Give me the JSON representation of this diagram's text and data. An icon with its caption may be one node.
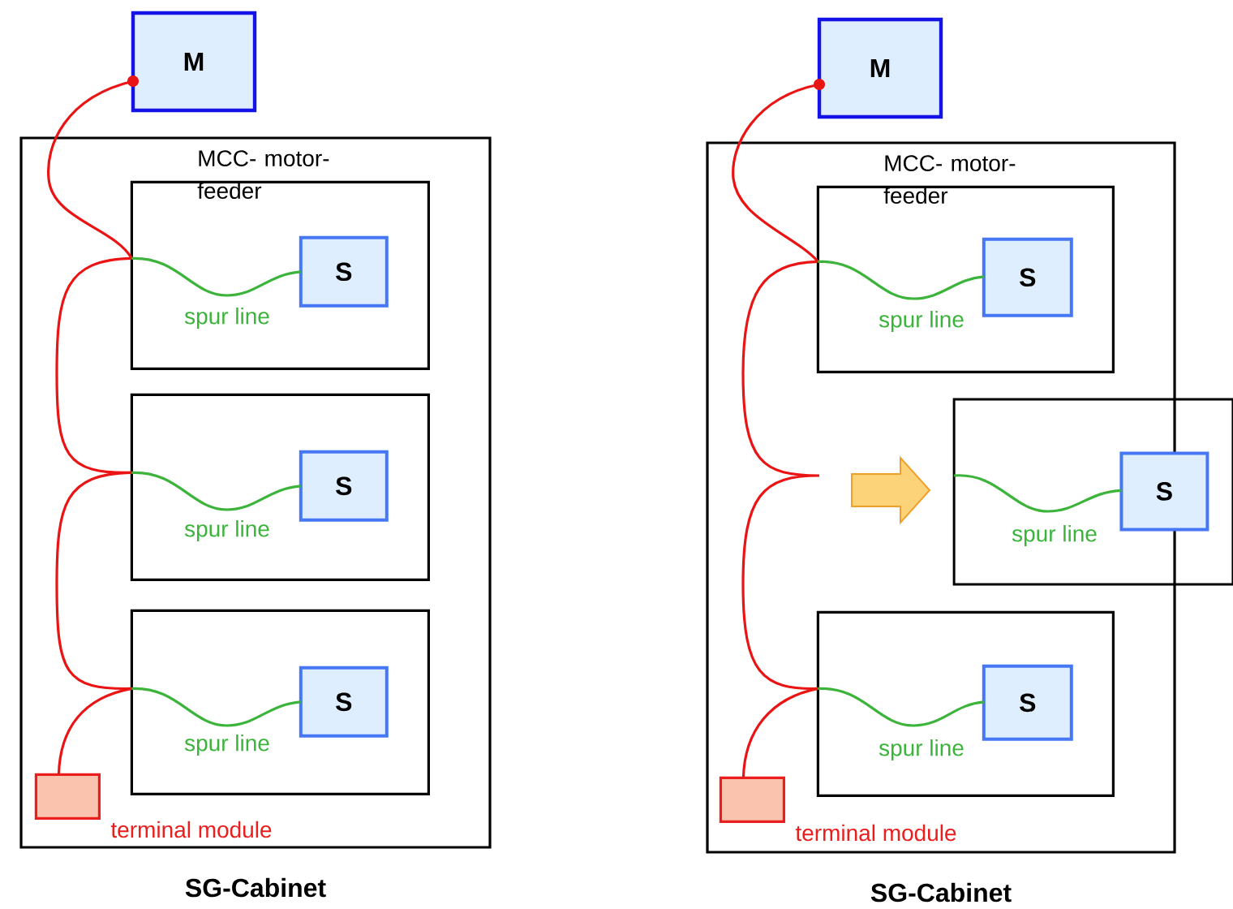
{
  "diagram": {
    "nodes": [
      {
        "text": [
          "M"
        ]
      },
      {
        "text": [
          "SG-Cabinet"
        ]
      },
      {
        "text": [
          "MCC- motor-feeder"
        ],
        "in": 1
      },
      {
        "text": [
          "S"
        ],
        "in": 2
      },
      {
        "text": [],
        "shape": "box",
        "in": 1
      },
      {
        "text": [
          "S"
        ],
        "in": 4
      },
      {
        "text": [],
        "shape": "box",
        "in": 1
      },
      {
        "text": [
          "S"
        ],
        "in": 6
      },
      {
        "text": [
          "terminal module"
        ],
        "in": 1
      },
      {
        "text": [
          "M"
        ]
      },
      {
        "text": [
          "SG-Cabinet"
        ]
      },
      {
        "text": [
          "MCC- motor-feeder"
        ],
        "in": 10
      },
      {
        "text": [
          "S"
        ],
        "in": 11
      },
      {
        "text": [],
        "shape": "box"
      },
      {
        "text": [
          "S"
        ],
        "in": 13
      },
      {
        "text": [],
        "shape": "box",
        "in": 10
      },
      {
        "text": [
          "S"
        ],
        "in": 15
      },
      {
        "text": [
          "terminal module"
        ],
        "in": 10
      }
    ],
    "edges": [
      {
        "from": 0,
        "to": 2,
        "arrow": "other"
      },
      {
        "from": 2,
        "to": 4,
        "arrow": "none"
      },
      {
        "from": 4,
        "to": 6,
        "arrow": "none"
      },
      {
        "from": 6,
        "to": 8,
        "arrow": "none"
      },
      {
        "from": 2,
        "to": 3,
        "arrow": "none",
        "label": "spur line",
        "color": "#3cb43c"
      },
      {
        "from": 4,
        "to": 5,
        "arrow": "none",
        "label": "spur line",
        "color": "#3cb43c"
      },
      {
        "from": 6,
        "to": 7,
        "arrow": "none",
        "label": "spur line",
        "color": "#3cb43c"
      },
      {
        "from": 9,
        "to": 11,
        "arrow": "other"
      },
      {
        "from": 11,
        "to": 15,
        "arrow": "none"
      },
      {
        "from": 15,
        "to": 17,
        "arrow": "none"
      },
      {
        "from": 11,
        "to": 12,
        "arrow": "none",
        "label": "spur line",
        "color": "#3cb43c"
      },
      {
        "from": 13,
        "to": 14,
        "arrow": "none",
        "label": "spur line",
        "color": "#3cb43c"
      },
      {
        "from": 15,
        "to": 16,
        "arrow": "none",
        "label": "spur line",
        "color": "#3cb43c"
      }
    ]
  }
}
